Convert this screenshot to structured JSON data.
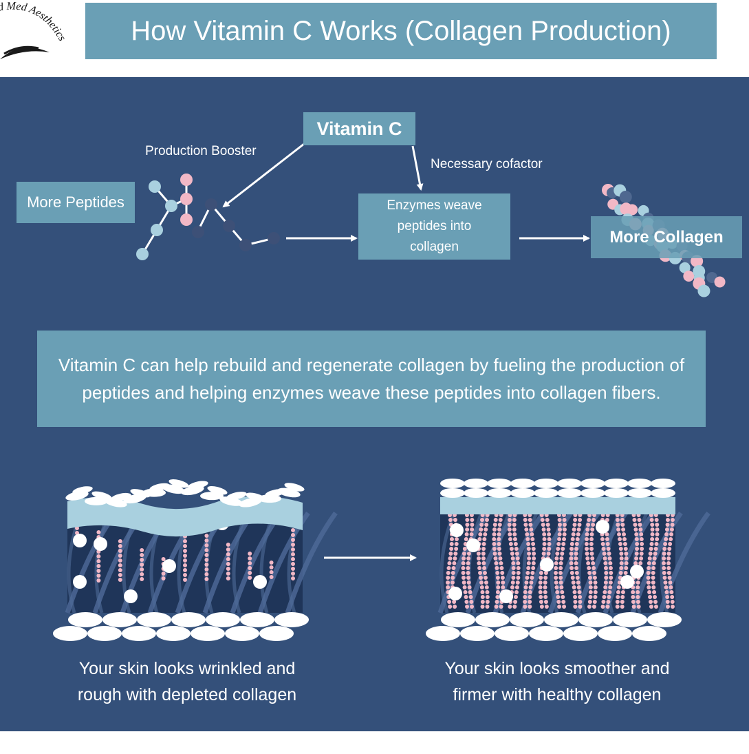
{
  "logo": {
    "text": "nd Med Aesthetics"
  },
  "header": {
    "title": "How Vitamin C Works (Collagen Production)"
  },
  "diagram": {
    "vitamin_c": "Vitamin C",
    "more_peptides": "More Peptides",
    "production_booster": "Production Booster",
    "necessary_cofactor": "Necessary cofactor",
    "enzymes_line1": "Enzymes weave",
    "enzymes_line2": "peptides into",
    "enzymes_line3": "collagen",
    "more_collagen": "More Collagen"
  },
  "description": "Vitamin C can help rebuild and regenerate collagen by fueling the production of peptides and helping enzymes weave these peptides into collagen fibers.",
  "comparison": {
    "left_line1": "Your skin looks wrinkled and",
    "left_line2": "rough with depleted collagen",
    "right_line1": "Your skin looks smoother and",
    "right_line2": "firmer with healthy collagen"
  },
  "colors": {
    "panel": "#34507a",
    "box": "#6a9fb5",
    "pink": "#f2b8c6",
    "light_blue": "#a9d0df",
    "dark_dot": "#3d5077",
    "skin_dark": "#1f3559"
  }
}
